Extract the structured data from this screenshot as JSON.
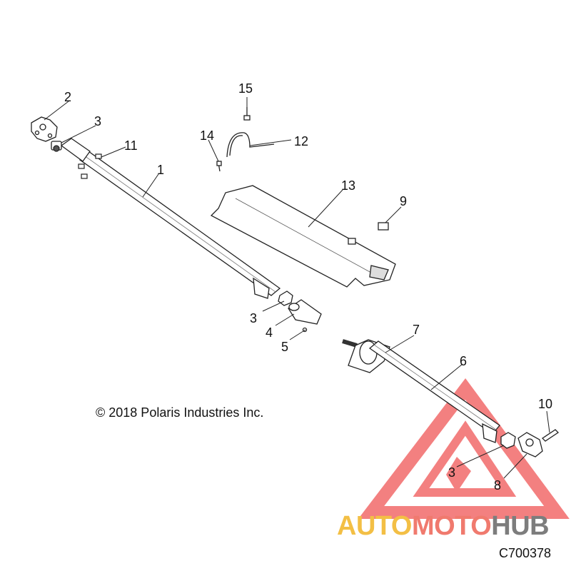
{
  "diagram": {
    "copyright": "© 2018 Polaris Industries Inc.",
    "drawing_id": "C700378",
    "callouts": [
      {
        "id": "c1",
        "label": "1"
      },
      {
        "id": "c2",
        "label": "2"
      },
      {
        "id": "c3a",
        "label": "3"
      },
      {
        "id": "c3b",
        "label": "3"
      },
      {
        "id": "c3c",
        "label": "3"
      },
      {
        "id": "c4",
        "label": "4"
      },
      {
        "id": "c5",
        "label": "5"
      },
      {
        "id": "c6",
        "label": "6"
      },
      {
        "id": "c7",
        "label": "7"
      },
      {
        "id": "c8",
        "label": "8"
      },
      {
        "id": "c9",
        "label": "9"
      },
      {
        "id": "c10",
        "label": "10"
      },
      {
        "id": "c11",
        "label": "11"
      },
      {
        "id": "c12",
        "label": "12"
      },
      {
        "id": "c13",
        "label": "13"
      },
      {
        "id": "c14",
        "label": "14"
      },
      {
        "id": "c15",
        "label": "15"
      }
    ]
  },
  "watermark": {
    "part1": "AUTO",
    "part2": "MOTO",
    "part3": "HUB",
    "colors": {
      "auto": "#f3bf45",
      "moto": "#f07a6e",
      "hub": "#7d7d7d",
      "triangle": "#f26a6a"
    }
  }
}
